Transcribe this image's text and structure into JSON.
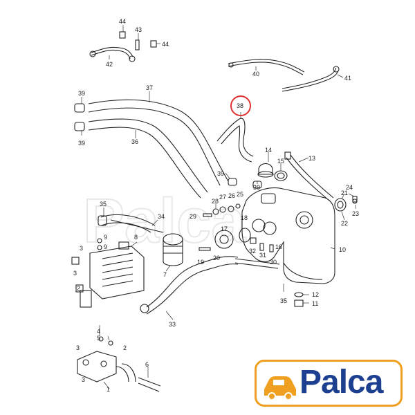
{
  "diagram": {
    "highlighted_part": "38",
    "highlight_color": "#e03030",
    "line_color": "#222222",
    "watermark_text": "Palca",
    "parts": [
      "1",
      "2",
      "3",
      "4",
      "5",
      "6",
      "7",
      "8",
      "9",
      "10",
      "11",
      "12",
      "13",
      "14",
      "15",
      "16",
      "17",
      "18",
      "19",
      "20",
      "21",
      "22",
      "23",
      "24",
      "25",
      "26",
      "27",
      "28",
      "29",
      "30",
      "31",
      "32",
      "33",
      "34",
      "35",
      "36",
      "37",
      "38",
      "39",
      "40",
      "41",
      "42",
      "43",
      "44"
    ]
  },
  "logo": {
    "text": "Palca",
    "border_color": "#f0a020",
    "text_color": "#1d3f8f",
    "icon": "car-icon"
  }
}
